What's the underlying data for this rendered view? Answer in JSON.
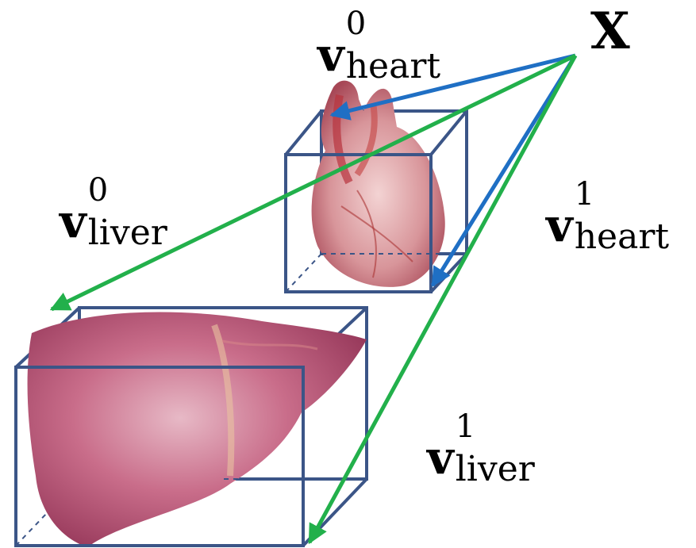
{
  "point_label": "X",
  "vectors": {
    "heart0": {
      "symbol": "v",
      "sup": "0",
      "sub": "heart",
      "color": "#1f6fc4"
    },
    "heart1": {
      "symbol": "v",
      "sup": "1",
      "sub": "heart",
      "color": "#1f6fc4"
    },
    "liver0": {
      "symbol": "v",
      "sup": "0",
      "sub": "liver",
      "color": "#22b04b"
    },
    "liver1": {
      "symbol": "v",
      "sup": "1",
      "sub": "liver",
      "color": "#22b04b"
    }
  },
  "colors": {
    "box": "#3b5587",
    "heart_vector": "#1f6fc4",
    "liver_vector": "#22b04b",
    "heart_tissue": "#c86a72",
    "liver_tissue": "#b64a6a"
  }
}
